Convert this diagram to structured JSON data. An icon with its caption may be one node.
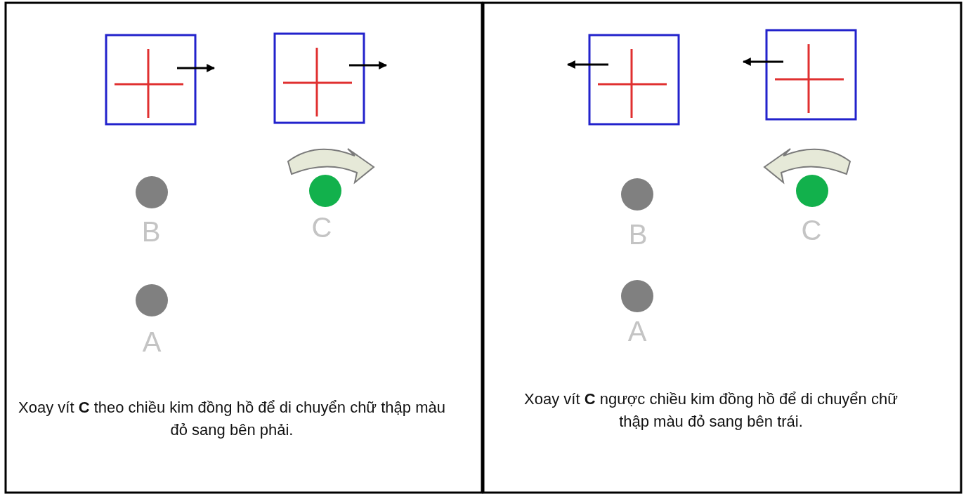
{
  "diagram": {
    "labels": [
      "B",
      "C",
      "A",
      "Xoay vít **C** theo chiều kim đồng hồ để di chuyển chữ thập màu đỏ sang bên phải.",
      "B",
      "C",
      "A",
      "Xoay vít **C** ngược chiều kim đồng hồ để di chuyển chữ thập màu đỏ sang bên trái."
    ]
  }
}
